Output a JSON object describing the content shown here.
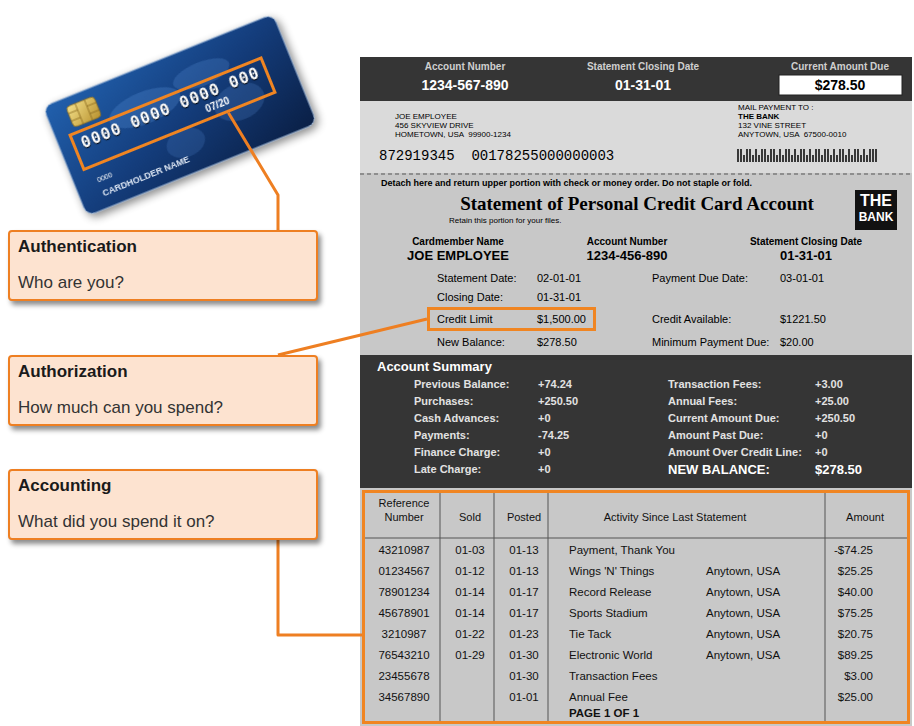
{
  "diagram": {
    "nodes": [
      {
        "text": [
          "Authentication",
          "Who are you?"
        ]
      },
      {
        "text": [
          "Authorization",
          "How much can you spend?"
        ]
      },
      {
        "text": [
          "Accounting",
          "What did you spend it on?"
        ]
      },
      {
        "text": [
          "0000 0000 0000 000",
          "07/20"
        ]
      },
      {
        "text": [
          "Credit Limit",
          "$1,500.00"
        ]
      },
      {
        "text": [
          "Reference Number",
          "Sold",
          "Posted",
          "Activity Since Last Statement",
          "Amount",
          "43210987",
          "01-03",
          "01-13",
          "Payment, Thank You",
          "-$74.25",
          "01234567",
          "01-12",
          "01-13",
          "Wings 'N' Things",
          "Anytown, USA",
          "$25.25",
          "78901234",
          "01-14",
          "01-17",
          "Record Release",
          "Anytown, USA",
          "$40.00",
          "45678901",
          "01-14",
          "01-17",
          "Sports Stadium",
          "Anytown, USA",
          "$75.25",
          "3210987",
          "01-22",
          "01-23",
          "Tie Tack",
          "Anytown, USA",
          "$20.75",
          "76543210",
          "01-29",
          "01-30",
          "Electronic World",
          "Anytown, USA",
          "$89.25",
          "23455678",
          "01-30",
          "Transaction Fees",
          "$3.00",
          "34567890",
          "01-01",
          "Annual Fee",
          "$25.00",
          "PAGE 1 OF 1"
        ]
      }
    ],
    "edges": [
      {
        "from": 0,
        "to": 3,
        "arrow": "none"
      },
      {
        "from": 1,
        "to": 4,
        "arrow": "none"
      },
      {
        "from": 2,
        "to": 5,
        "arrow": "none"
      }
    ],
    "labels": [
      "0000",
      "CARDHOLDER NAME",
      "Account Number",
      "1234-567-890",
      "Statement Closing Date",
      "01-31-01",
      "Current Amount Due",
      "$278.50",
      "JOE EMPLOYEE",
      "456 SKYVIEW DRIVE",
      "HOMETOWN, USA  99900-1234",
      "872919345  00178255000000003",
      "MAIL PAYMENT TO :",
      "THE BANK",
      "132 VINE STREET",
      "ANYTOWN, USA  67500-0010",
      "Detach here and return upper portion with check or money order. Do not staple or fold.",
      "Statement of Personal Credit Card Account",
      "Retain this portion for your files.",
      "THE",
      "BANK",
      "Cardmember Name",
      "JOE EMPLOYEE",
      "Account Number",
      "1234-456-890",
      "Statement Closing Date",
      "01-31-01",
      "Statement Date:",
      "02-01-01",
      "Payment Due Date:",
      "03-01-01",
      "Closing Date:",
      "01-31-01",
      "Credit Available:",
      "$1221.50",
      "New Balance:",
      "$278.50",
      "Minimum Payment Due:",
      "$20.00",
      "Account Summary",
      "Previous Balance:",
      "+74.24",
      "Purchases:",
      "+250.50",
      "Cash Advances:",
      "+0",
      "Payments:",
      "-74.25",
      "Finance Charge:",
      "+0",
      "Late Charge:",
      "+0",
      "Transaction Fees:",
      "+3.00",
      "Annual Fees:",
      "+25.00",
      "Current Amount Due:",
      "+250.50",
      "Amount Past Due:",
      "+0",
      "Amount Over Credit Line:",
      "+0",
      "NEW BALANCE:",
      "$278.50"
    ]
  }
}
